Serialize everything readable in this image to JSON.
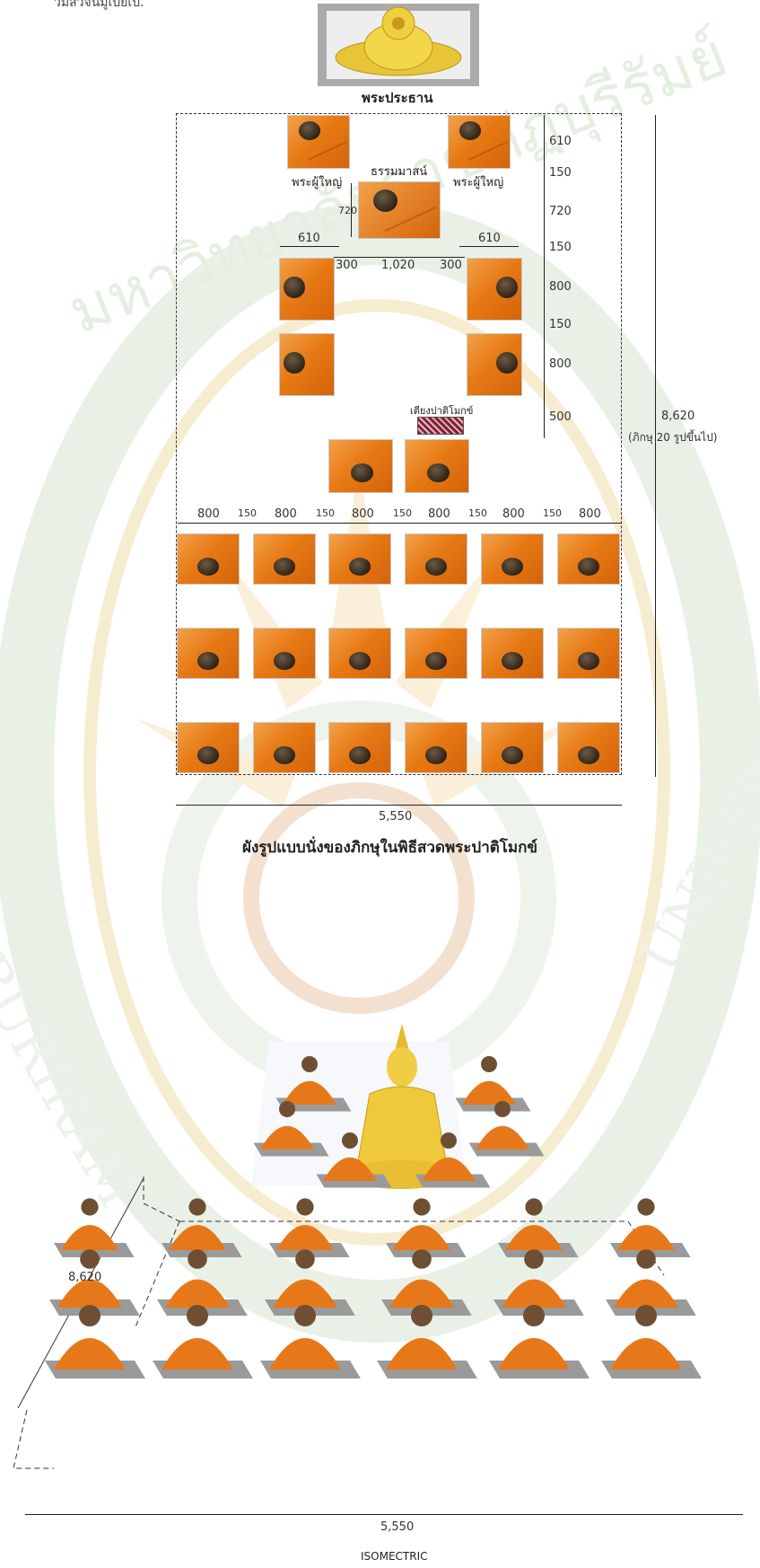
{
  "top_cropped_text": "ว่มสวจนี่มู่เบียเป.",
  "labels": {
    "presiding_buddha": "พระประธาน",
    "dhammasana": "ธรรมมาสน์",
    "elder_left": "พระผู้ใหญ่",
    "elder_right": "พระผู้ใหญ่",
    "patimokkha_bed": "เตียงปาติโมกข์"
  },
  "dims_top": {
    "left_610": "610",
    "right_610": "610",
    "gap_300_left": "300",
    "gap_1020": "1,020",
    "gap_300_right": "300",
    "v_720": "720"
  },
  "dims_right": [
    "610",
    "150",
    "720",
    "150",
    "800",
    "150",
    "800",
    "500"
  ],
  "dims_row": [
    "800",
    "150",
    "800",
    "150",
    "800",
    "150",
    "800",
    "150",
    "800",
    "150",
    "800"
  ],
  "total_height": "8,620",
  "total_height_note": "(ภิกษุ 20 รูปขึ้นไป)",
  "total_width": "5,550",
  "plan_caption": "ผังรูปแบบนั่งของภิกษุในพิธีสวดพระปาติโมกข์",
  "iso_height": "8,620",
  "iso_width": "5,550",
  "iso_caption": "ISOMECTRIC",
  "watermark_text": "มหาวิทยาลัยราชภัฏบุรีรัมย์",
  "watermark_text_en_left": "BURIRAM",
  "watermark_text_en_right": "UNIVERSITY",
  "colors": {
    "robe": "#e77a15",
    "gold": "#f0c93a",
    "watermark_green": "#cfe3cf",
    "watermark_gold": "#f5e2a8"
  }
}
